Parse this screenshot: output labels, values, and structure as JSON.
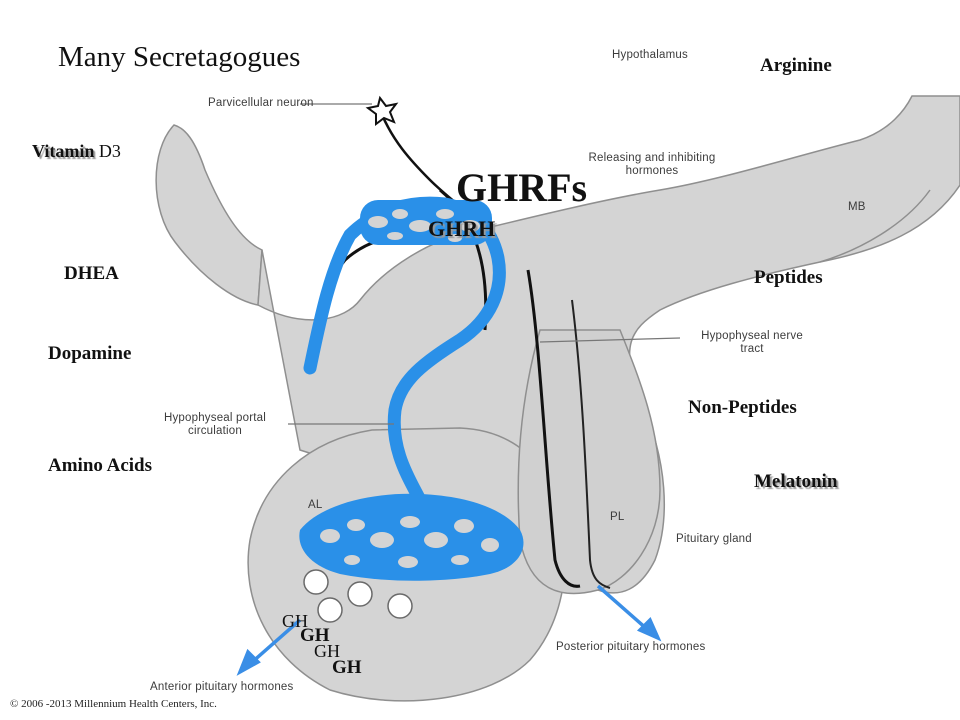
{
  "slide": {
    "title": "Many Secretagogues",
    "highlight": "GHRFs",
    "copyright": "© 2006 -2013 Millennium Health Centers, Inc."
  },
  "secretagogues": {
    "left": {
      "vitamin_d3_a": "Vitamin",
      "vitamin_d3_b": " D3",
      "dhea": "DHEA",
      "dopamine": "Dopamine",
      "amino_acids": "Amino Acids"
    },
    "right": {
      "arginine": "Arginine",
      "peptides": "Peptides",
      "non_peptides": "Non-Peptides",
      "melatonin": "Melatonin"
    }
  },
  "diagram": {
    "hypothalamus": "Hypothalamus",
    "parvicellular_neuron": "Parvicellular neuron",
    "releasing_hormones_1": "Releasing and inhibiting",
    "releasing_hormones_2": "hormones",
    "mb": "MB",
    "ghrh": "GHRH",
    "nerve_tract_1": "Hypophyseal nerve",
    "nerve_tract_2": "tract",
    "portal_1": "Hypophyseal portal",
    "portal_2": "circulation",
    "al": "AL",
    "pl": "PL",
    "pituitary_gland": "Pituitary gland",
    "posterior_hormones": "Posterior pituitary hormones",
    "anterior_hormones": "Anterior pituitary hormones",
    "gh_labels": [
      "GH",
      "GH",
      "GH",
      "GH"
    ]
  },
  "colors": {
    "tissue": "#d4d4d4",
    "tissue_outline": "#8f8f8f",
    "vessel": "#2a90e8",
    "arrow": "#3a8ee6"
  }
}
